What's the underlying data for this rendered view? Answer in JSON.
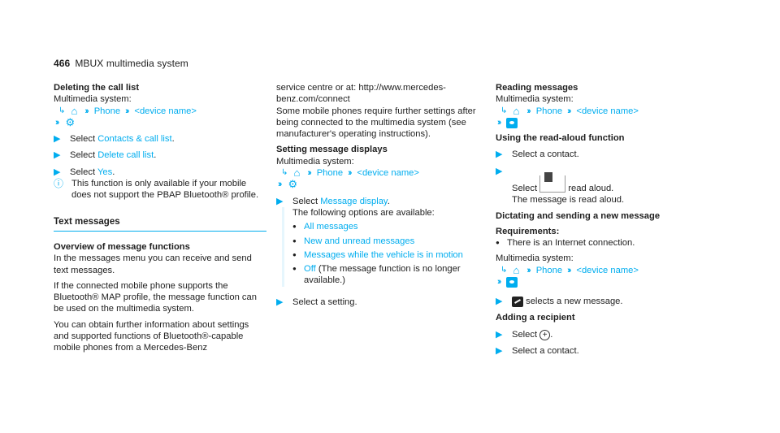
{
  "header": {
    "page_number": "466",
    "title": "MBUX multimedia system"
  },
  "col1": {
    "deleting_title": "Deleting the call list",
    "multimedia_system": "Multimedia system:",
    "phone": "Phone",
    "device": "<device name>",
    "step1_pre": "Select ",
    "step1_link": "Contacts & call list",
    "step2_pre": "Select ",
    "step2_link": "Delete call list",
    "step3_pre": "Select ",
    "step3_link": "Yes",
    "note": "This function is only available if your mobile does not support the PBAP Bluetooth® profile.",
    "text_messages_title": "Text messages",
    "overview_title": "Overview of message functions",
    "para1": "In the messages menu you can receive and send text messages.",
    "para2": "If the connected mobile phone supports the Bluetooth® MAP profile, the message function can be used on the multimedia system.",
    "para3": "You can obtain further information about settings and supported functions of Bluetooth®-capable mobile phones from a Mercedes-Benz"
  },
  "col2": {
    "para_cont": "service centre or at: http://www.mercedes-benz.com/connect",
    "para_req": "Some mobile phones require further settings after being connected to the multimedia system (see manufacturer's operating instructions).",
    "setting_title": "Setting message displays",
    "multimedia_system": "Multimedia system:",
    "phone": "Phone",
    "device": "<device name>",
    "step1_pre": "Select ",
    "step1_link": "Message display",
    "options_intro": "The following options are available:",
    "options": [
      "All messages",
      "New and unread messages",
      "Messages while the vehicle is in motion"
    ],
    "off_link": "Off",
    "off_text": " (The message function is no longer available.)",
    "step2": "Select a setting."
  },
  "col3": {
    "reading_title": "Reading messages",
    "multimedia_system": "Multimedia system:",
    "phone": "Phone",
    "device": "<device name>",
    "readaloud_title": "Using the read-aloud function",
    "step1": "Select a contact.",
    "select_word": "Select",
    "read_aloud": "read aloud.",
    "read_result": "The message is read aloud.",
    "dictating_title": "Dictating and sending a new message",
    "requirements": "Requirements:",
    "req1": "There is an Internet connection.",
    "multimedia_system2": "Multimedia system:",
    "new_message": "selects a new message.",
    "adding_title": "Adding a recipient",
    "select_plus_pre": "Select",
    "select_contact": "Select a contact."
  }
}
